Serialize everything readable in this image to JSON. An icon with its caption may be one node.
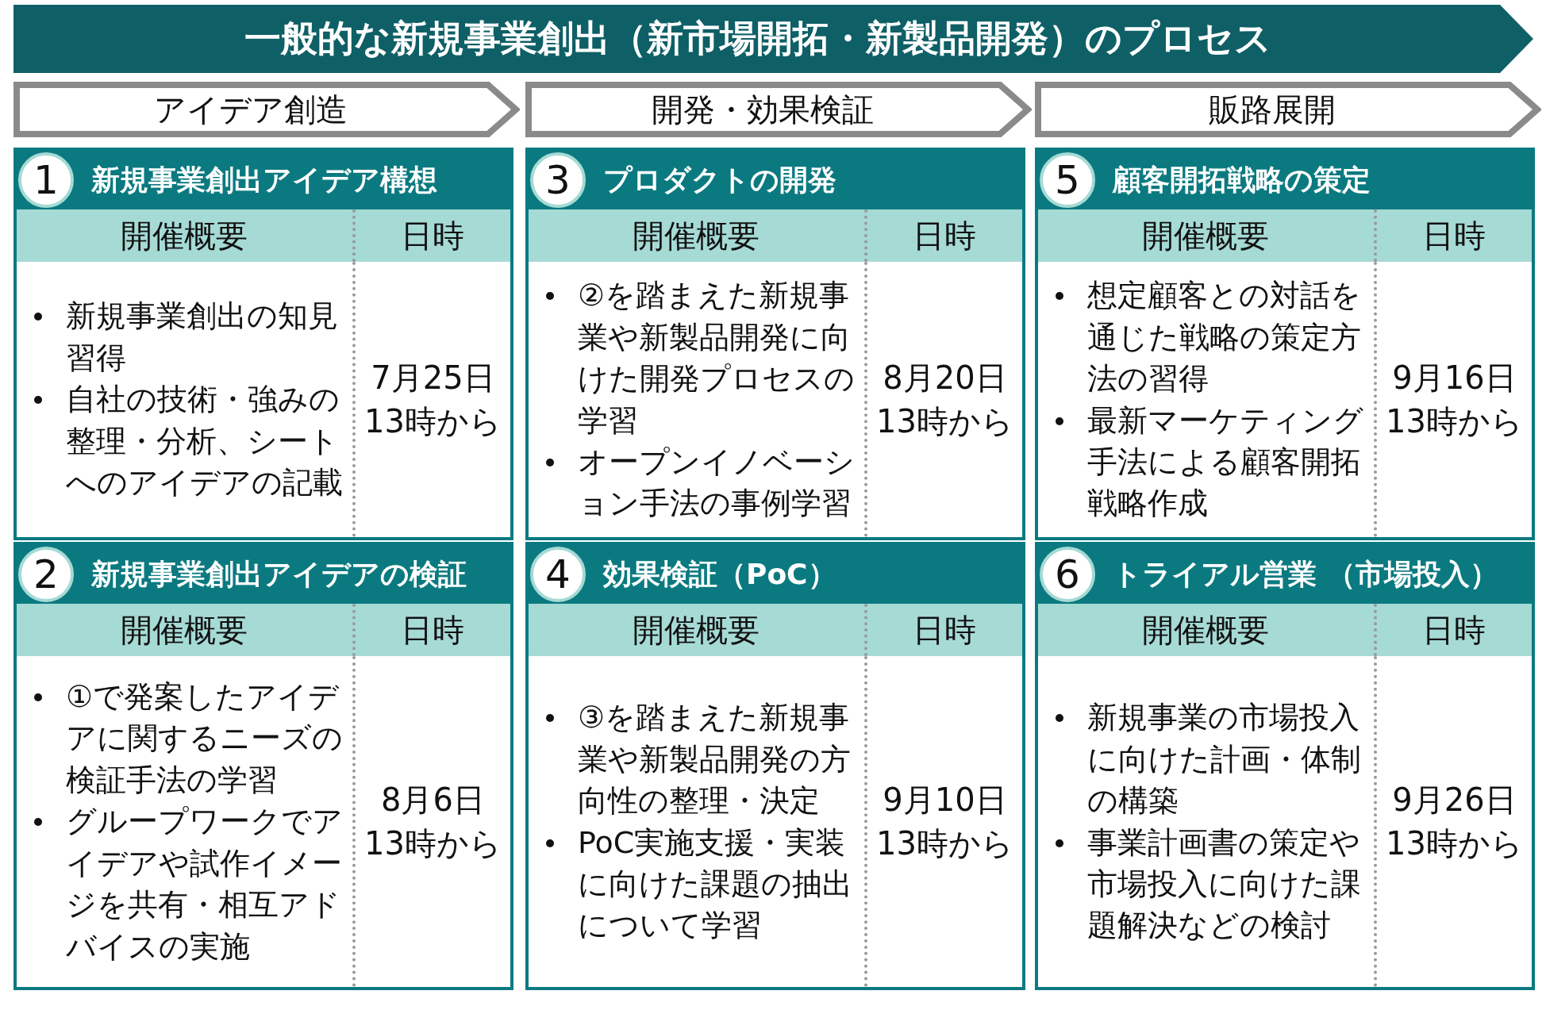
{
  "diagram": {
    "title": "一般的な新規事業創出（新市場開拓・新製品開発）のプロセス",
    "nodes": [
      {
        "text": [
          "アイデア創造"
        ]
      },
      {
        "text": [
          "開発・効果検証"
        ]
      },
      {
        "text": [
          "販路展開"
        ]
      },
      {
        "text": [
          "1",
          "新規事業創出アイデア構想",
          "開催概要",
          "日時",
          "7月25日",
          "13時から",
          "新規事業創出の知見習得",
          "自社の技術・強みの整理・分析、シートへのアイデアの記載"
        ]
      },
      {
        "text": [
          "2",
          "新規事業創出アイデアの検証",
          "開催概要",
          "日時",
          "8月6日",
          "13時から",
          "①で発案したアイデアに関するニーズの検証手法の学習",
          "グループワークでアイデアや試作イメージを共有・相互アドバイスの実施"
        ]
      },
      {
        "text": [
          "3",
          "プロダクトの開発",
          "開催概要",
          "日時",
          "8月20日",
          "13時から",
          "②を踏まえた新規事業や新製品開発に向けた開発プロセスの学習",
          "オープンイノベーション手法の事例学習"
        ]
      },
      {
        "text": [
          "4",
          "効果検証（PoC）",
          "開催概要",
          "日時",
          "9月10日",
          "13時から",
          "③を踏まえた新規事業や新製品開発の方向性の整理・決定",
          "PoC実施支援・実装に向けた課題の抽出について学習"
        ]
      },
      {
        "text": [
          "5",
          "顧客開拓戦略の策定",
          "開催概要",
          "日時",
          "9月16日",
          "13時から",
          "想定顧客との対話を通じた戦略の策定方法の習得",
          "最新マーケティング手法による顧客開拓戦略作成"
        ]
      },
      {
        "text": [
          "6",
          "トライアル営業 （市場投入）",
          "開催概要",
          "日時",
          "9月26日",
          "13時から",
          "新規事業の市場投入に向けた計画・体制の構築",
          "事業計画書の策定や市場投入に向けた課題解決などの検討"
        ]
      }
    ]
  }
}
